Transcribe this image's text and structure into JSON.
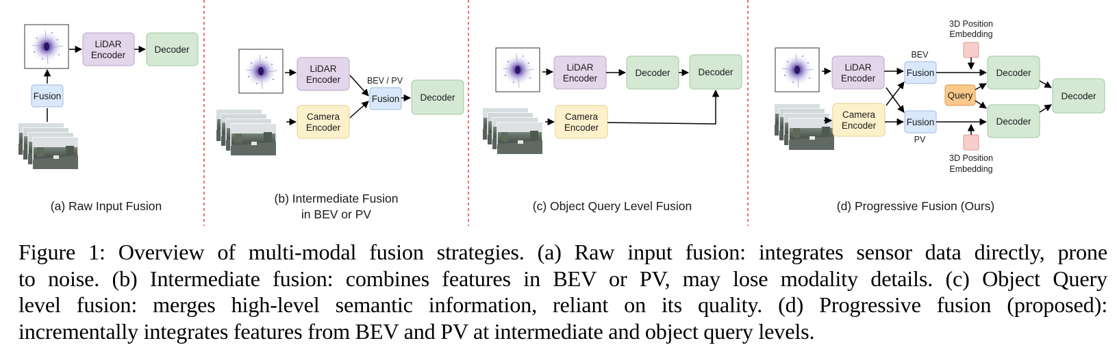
{
  "panels": {
    "a": {
      "caption": "(a) Raw Input Fusion",
      "lidar_encoder": [
        "LiDAR",
        "Encoder"
      ],
      "decoder": "Decoder",
      "fusion": "Fusion"
    },
    "b": {
      "caption_line1": "(b) Intermediate Fusion",
      "caption_line2": "in BEV or PV",
      "lidar_encoder": [
        "LiDAR",
        "Encoder"
      ],
      "camera_encoder": [
        "Camera",
        "Encoder"
      ],
      "bev_pv_label": "BEV / PV",
      "fusion": "Fusion",
      "decoder": "Decoder"
    },
    "c": {
      "caption": "(c) Object Query Level Fusion",
      "lidar_encoder": [
        "LiDAR",
        "Encoder"
      ],
      "camera_encoder": [
        "Camera",
        "Encoder"
      ],
      "decoder_1": "Decoder",
      "decoder_2": "Decoder"
    },
    "d": {
      "caption": "(d) Progressive Fusion (Ours)",
      "lidar_encoder": [
        "LiDAR",
        "Encoder"
      ],
      "camera_encoder": [
        "Camera",
        "Encoder"
      ],
      "bev_label": "BEV",
      "pv_label": "PV",
      "fusion_top": "Fusion",
      "fusion_bottom": "Fusion",
      "query": "Query",
      "pos_embed_top": [
        "3D Position",
        "Embedding"
      ],
      "pos_embed_bottom": [
        "3D Position",
        "Embedding"
      ],
      "decoder_top": "Decoder",
      "decoder_bottom": "Decoder",
      "decoder_final": "Decoder"
    }
  },
  "caption": {
    "line1": "Figure 1: Overview of multi-modal fusion strategies. (a) Raw input fusion: integrates sensor data directly, prone",
    "line2": "to noise. (b) Intermediate fusion: combines features in BEV or PV, may lose modality details. (c) Object Query",
    "line3": "level fusion: merges high-level semantic information, reliant on its quality. (d) Progressive fusion (proposed):",
    "line4": "incrementally integrates features from BEV and PV at intermediate and object query levels."
  },
  "colors": {
    "lidar_encoder_fill": "#e4d6ea",
    "lidar_encoder_stroke": "#b9a4c7",
    "camera_encoder_fill": "#fdf1cc",
    "camera_encoder_stroke": "#e6d08f",
    "decoder_fill": "#d5e8d4",
    "decoder_stroke": "#9fc79c",
    "fusion_fill": "#dae8fc",
    "fusion_stroke": "#9db8e0",
    "query_fill": "#fcc98b",
    "query_stroke": "#d49a4e",
    "pos_embed_fill": "#f8cecc",
    "pos_embed_stroke": "#d69a97",
    "divider": "#e03030"
  },
  "icons": [
    "lidar-pointcloud-icon",
    "camera-images-icon"
  ]
}
